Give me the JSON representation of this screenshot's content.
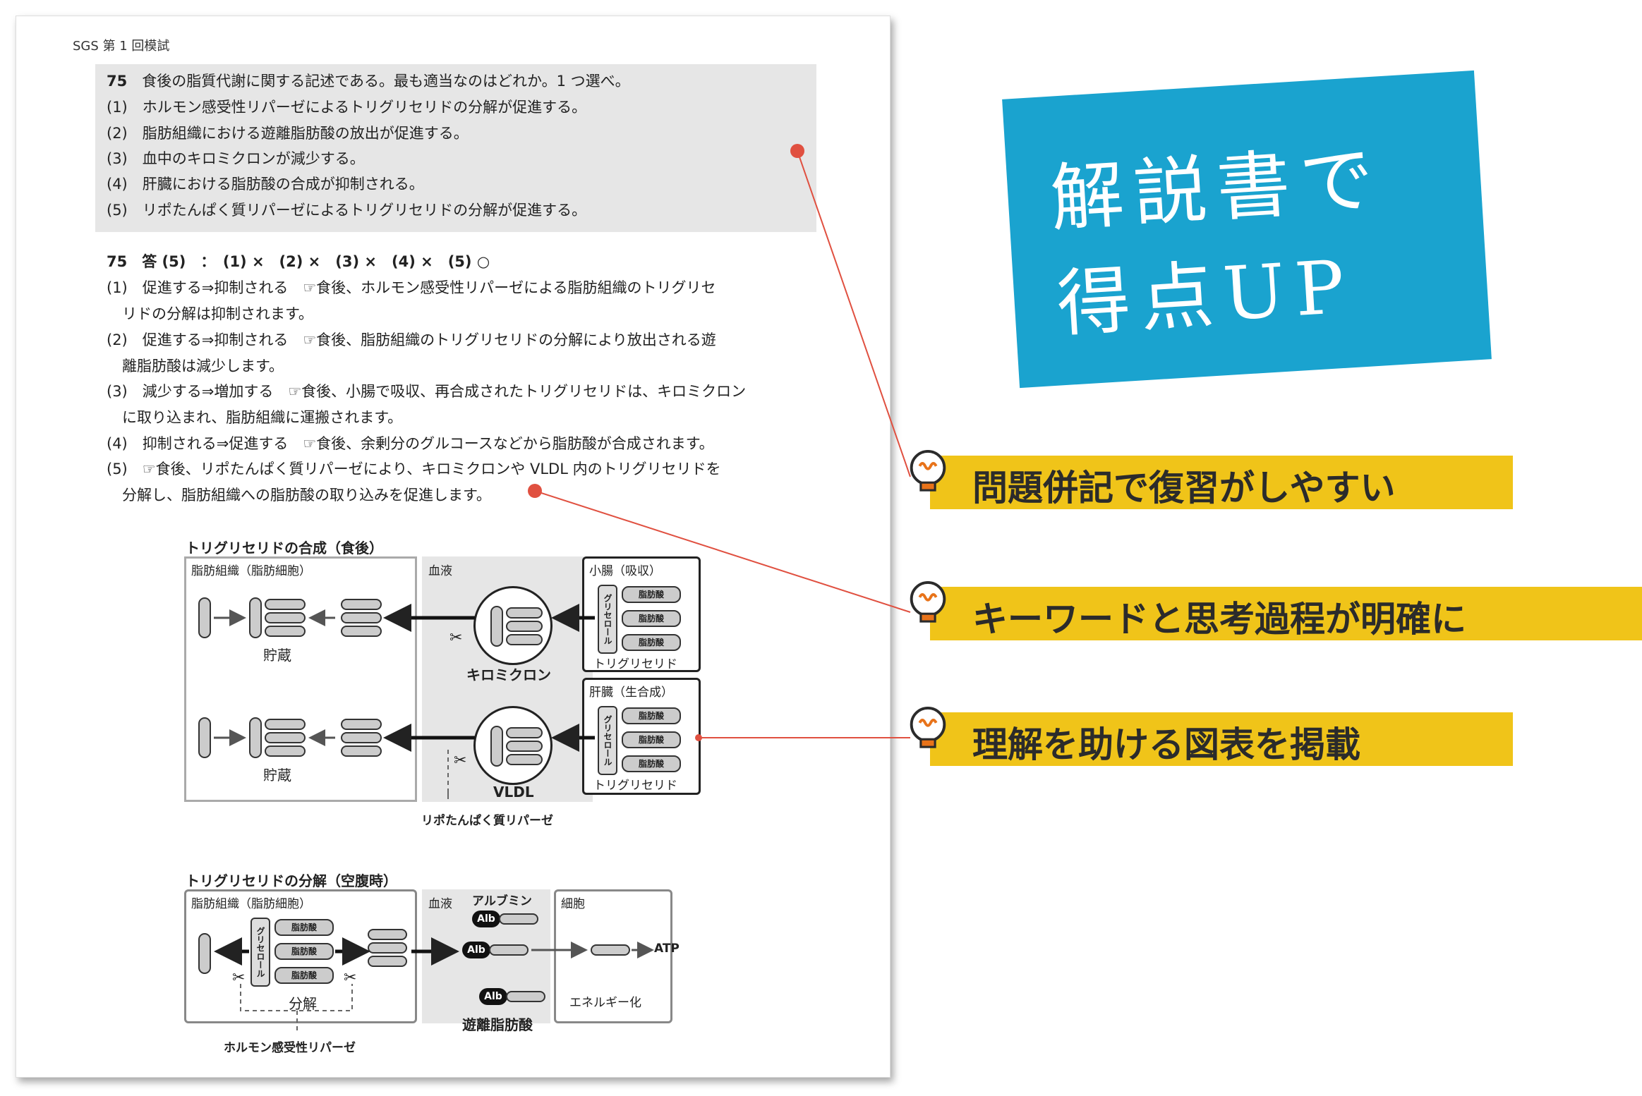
{
  "page": {
    "header": "SGS 第 1 回模試",
    "question": {
      "number": "75",
      "stem": "食後の脂質代謝に関する記述である。最も適当なのはどれか。1 つ選べ。",
      "options": [
        {
          "num": "(1)",
          "text": "ホルモン感受性リパーゼによるトリグリセリドの分解が促進する。"
        },
        {
          "num": "(2)",
          "text": "脂肪組織における遊離脂肪酸の放出が促進する。"
        },
        {
          "num": "(3)",
          "text": "血中のキロミクロンが減少する。"
        },
        {
          "num": "(4)",
          "text": "肝臓における脂肪酸の合成が抑制される。"
        },
        {
          "num": "(5)",
          "text": "リポたんぱく質リパーゼによるトリグリセリドの分解が促進する。"
        }
      ]
    },
    "answer": {
      "head": "75　答 (5)　：　(1) ×　(2) ×　(3) ×　(4) ×　(5) ○",
      "lines": [
        "(1)　促進する⇒抑制される　☞食後、ホルモン感受性リパーゼによる脂肪組織のトリグリセ",
        "リドの分解は抑制されます。",
        "(2)　促進する⇒抑制される　☞食後、脂肪組織のトリグリセリドの分解により放出される遊",
        "離脂肪酸は減少します。",
        "(3)　減少する⇒増加する　☞食後、小腸で吸収、再合成されたトリグリセリドは、キロミクロン",
        "に取り込まれ、脂肪組織に運搬されます。",
        "(4)　抑制される⇒促進する　☞食後、余剰分のグルコースなどから脂肪酸が合成されます。",
        "(5)　☞食後、リポたんぱく質リパーゼにより、キロミクロンや VLDL 内のトリグリセリドを",
        "分解し、脂肪組織への脂肪酸の取り込みを促進します。"
      ]
    },
    "diagram1": {
      "title": "トリグリセリドの合成（食後）",
      "adipose_label": "脂肪組織（脂肪細胞）",
      "blood_label": "血液",
      "intestine_label": "小腸（吸収）",
      "liver_label": "肝臓（生合成）",
      "storage1": "貯蔵",
      "storage2": "貯蔵",
      "chylomicron": "キロミクロン",
      "vldl": "VLDL",
      "glycerol1": "グリセロール",
      "glycerol2": "グリセロール",
      "fatty_acid": "脂肪酸",
      "tg1": "トリグリセリド",
      "tg2": "トリグリセリド",
      "lpl": "リポたんぱく質リパーゼ"
    },
    "diagram2": {
      "title": "トリグリセリドの分解（空腹時）",
      "adipose_label": "脂肪組織（脂肪細胞）",
      "blood_label": "血液",
      "cell_label": "細胞",
      "albumin": "アルブミン",
      "alb": "Alb",
      "glycerol": "グリセロール",
      "fatty_acid": "脂肪酸",
      "breakdown": "分解",
      "ffa": "遊離脂肪酸",
      "atp": "ATP",
      "energy": "エネルギー化",
      "hsl": "ホルモン感受性リパーゼ"
    }
  },
  "banner": {
    "line1": "解説書で",
    "line2": "得点UP",
    "color": "#1aa3cf"
  },
  "points": [
    {
      "text": "問題併記で復習がしやすい"
    },
    {
      "text": "キーワードと思考過程が明確に"
    },
    {
      "text": "理解を助ける図表を掲載"
    }
  ],
  "colors": {
    "highlight": "#f0c419",
    "bulb_orange": "#e8731a",
    "connector": "#e05040"
  }
}
